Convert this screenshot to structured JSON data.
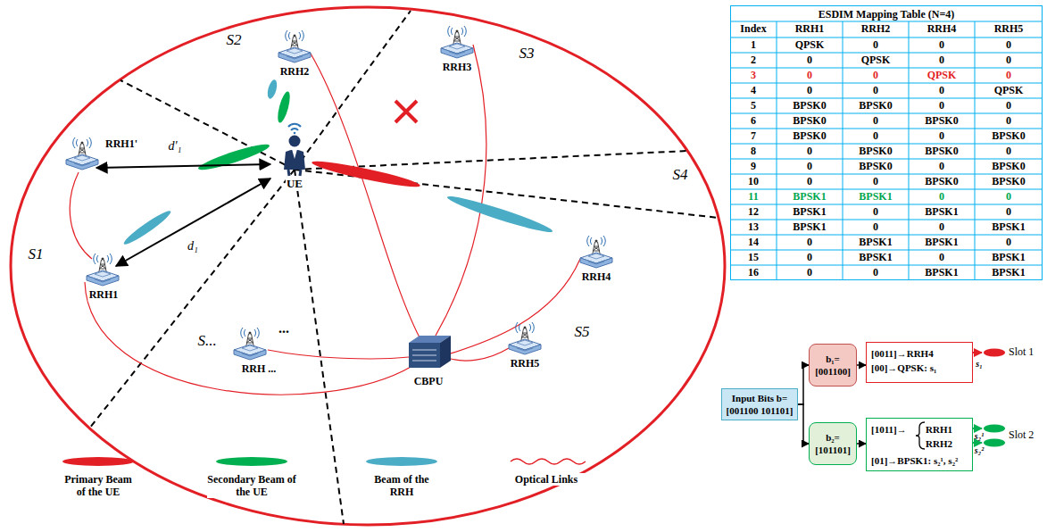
{
  "diagram": {
    "nodes": [
      {
        "text": [
          "ESDIM Mapping Table (N=4)"
        ]
      },
      {
        "text": [
          "Input Bits b= [001100 101101]"
        ]
      },
      {
        "text": [
          "b₁= [001100]"
        ]
      },
      {
        "text": [
          "[0011]→RRH4",
          "[00]→QPSK: s₁"
        ]
      },
      {
        "text": [
          "b₂= [101101]"
        ]
      },
      {
        "text": [
          "[1011]→",
          "RRH1",
          "RRH2",
          "[01]→BPSK1: s₂¹, s₂²"
        ]
      }
    ],
    "edges": [
      {
        "from": 1,
        "to": 2,
        "arrow": "to"
      },
      {
        "from": 1,
        "to": 4,
        "arrow": "to"
      },
      {
        "from": 2,
        "to": 3,
        "arrow": "to"
      },
      {
        "from": 4,
        "to": 5,
        "arrow": "to"
      }
    ],
    "labels": [
      "S2",
      "S3",
      "RRH2",
      "RRH3",
      "RRH1'",
      "d'₁",
      "S4",
      "S1",
      "d₁",
      "UE",
      "RRH1",
      "RRH4",
      "S5",
      "...",
      "S...",
      "RRH ...",
      "CBPU",
      "RRH5",
      "Index",
      "RRH1",
      "RRH2",
      "RRH4",
      "RRH5",
      "1",
      "QPSK",
      "0",
      "0",
      "0",
      "2",
      "0",
      "QPSK",
      "0",
      "0",
      "3",
      "0",
      "0",
      "QPSK",
      "0",
      "4",
      "0",
      "0",
      "0",
      "QPSK",
      "5",
      "BPSK0",
      "BPSK0",
      "0",
      "0",
      "6",
      "BPSK0",
      "0",
      "BPSK0",
      "0",
      "7",
      "BPSK0",
      "0",
      "0",
      "BPSK0",
      "8",
      "0",
      "BPSK0",
      "BPSK0",
      "0",
      "9",
      "0",
      "BPSK0",
      "0",
      "BPSK0",
      "10",
      "0",
      "0",
      "BPSK0",
      "BPSK0",
      "11",
      "BPSK1",
      "BPSK1",
      "0",
      "0",
      "12",
      "BPSK1",
      "0",
      "BPSK1",
      "0",
      "13",
      "BPSK1",
      "0",
      "0",
      "BPSK1",
      "14",
      "0",
      "BPSK1",
      "BPSK1",
      "0",
      "15",
      "0",
      "BPSK1",
      "0",
      "BPSK1",
      "16",
      "0",
      "0",
      "BPSK1",
      "BPSK1",
      "s₁",
      "Slot 1",
      "s₂¹",
      "s₂²",
      "Slot 2"
    ],
    "legend": [
      {
        "text": "Primary Beam of the UE",
        "color": "#e31f26"
      },
      {
        "text": "Secondary Beam of the UE",
        "color": "#00b050"
      },
      {
        "text": "Beam of the RRH",
        "color": "#4bacc6"
      },
      {
        "text": "Optical Links"
      }
    ]
  }
}
